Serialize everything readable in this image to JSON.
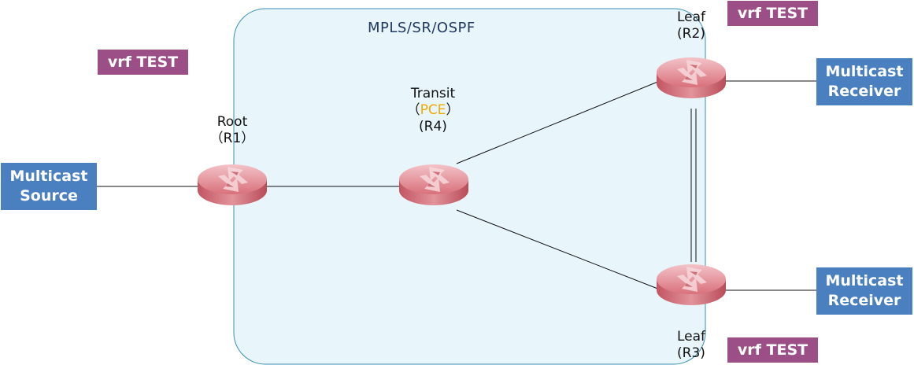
{
  "domain": {
    "label": "MPLS/SR/OSPF"
  },
  "vrf": {
    "label": "vrf TEST"
  },
  "nodes": {
    "r1": {
      "title": "Root",
      "id": "（R1）"
    },
    "r4": {
      "title": "Transit",
      "paren_open": "（",
      "role": "PCE",
      "paren_close": "）",
      "id": "(R4)"
    },
    "r2": {
      "title": "Leaf",
      "id": "(R2)"
    },
    "r3": {
      "title": "Leaf",
      "id": "(R3)"
    }
  },
  "endpoints": {
    "source": {
      "line1": "Multicast",
      "line2": "Source"
    },
    "receiver_top": {
      "line1": "Multicast",
      "line2": "Receiver"
    },
    "receiver_bottom": {
      "line1": "Multicast",
      "line2": "Receiver"
    }
  },
  "colors": {
    "domain_fill": "#e8f5fb",
    "domain_stroke": "#3a8fb0",
    "router": "#d9707b",
    "vrf_badge": "#9b4f86",
    "endpoint_box": "#4a80bf",
    "pce_text": "#f2a900"
  },
  "icons": {
    "router": "router-icon"
  }
}
